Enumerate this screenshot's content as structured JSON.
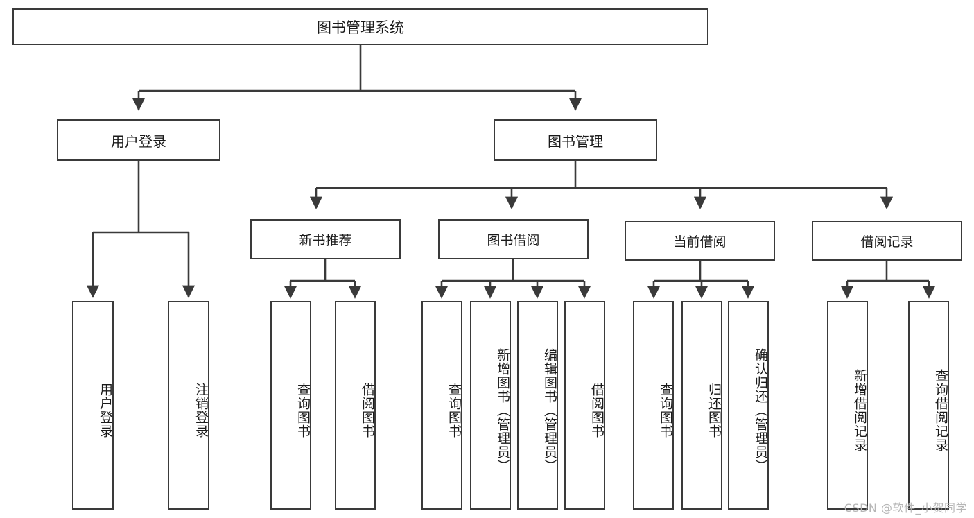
{
  "diagram": {
    "type": "tree-hierarchy",
    "title": "图书管理系统",
    "watermark": "CSDN @软件_小贺同学",
    "colors": {
      "box_border": "#3a3a3a",
      "box_fill": "#ffffff",
      "connector": "#3a3a3a",
      "text": "#1a1a1a",
      "watermark": "#b6b6b6",
      "background": "#ffffff"
    },
    "root": {
      "label": "图书管理系统"
    },
    "level1": [
      {
        "label": "用户登录"
      },
      {
        "label": "图书管理"
      }
    ],
    "level2": [
      {
        "label": "新书推荐"
      },
      {
        "label": "图书借阅"
      },
      {
        "label": "当前借阅"
      },
      {
        "label": "借阅记录"
      }
    ],
    "leaves": {
      "user_login": [
        {
          "label": "用户登录"
        },
        {
          "label": "注销登录"
        }
      ],
      "new_book_recommend": [
        {
          "label": "查询图书"
        },
        {
          "label": "借阅图书"
        }
      ],
      "book_borrow": [
        {
          "label": "查询图书"
        },
        {
          "label": "新增图书（管理员）"
        },
        {
          "label": "编辑图书（管理员）"
        },
        {
          "label": "借阅图书"
        }
      ],
      "current_borrow": [
        {
          "label": "查询图书"
        },
        {
          "label": "归还图书"
        },
        {
          "label": "确认归还（管理员）"
        }
      ],
      "borrow_record": [
        {
          "label": "新增借阅记录"
        },
        {
          "label": "查询借阅记录"
        }
      ]
    }
  }
}
